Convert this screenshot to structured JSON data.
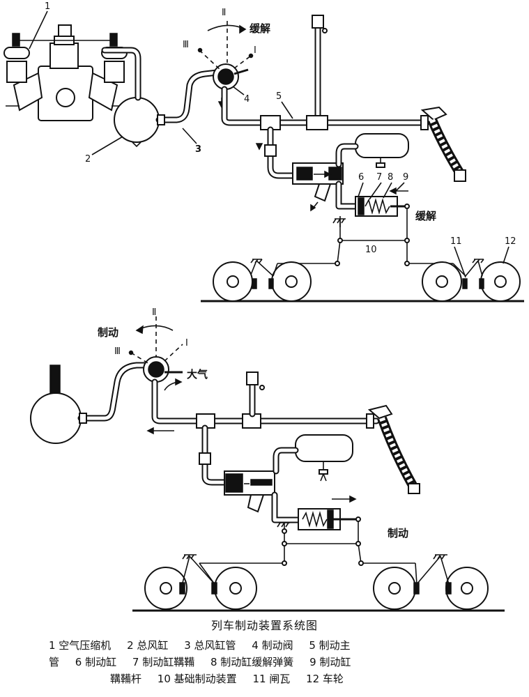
{
  "top": {
    "numbers": [
      "1",
      "2",
      "3",
      "4",
      "5",
      "6",
      "7",
      "8",
      "9",
      "10",
      "11",
      "12"
    ],
    "roman": [
      "Ⅰ",
      "Ⅱ",
      "Ⅲ"
    ],
    "release_label_valve": "缓解",
    "release_label_cylinder": "缓解"
  },
  "bottom": {
    "roman": [
      "Ⅰ",
      "Ⅱ",
      "Ⅲ"
    ],
    "brake_label_valve": "制动",
    "atmosphere_label": "大气",
    "brake_label_cylinder": "制动"
  },
  "caption": {
    "title": "列车制动装置系统图",
    "legend_line1": [
      "1 空气压缩机",
      "2 总风缸",
      "3 总风缸管",
      "4 制动阀",
      "5 制动主"
    ],
    "legend_line2": [
      "管",
      "6 制动缸",
      "7 制动缸鞲鞴",
      "8 制动缸缓解弹簧",
      "9 制动缸"
    ],
    "legend_line3": [
      "鞲鞴杆",
      "10 基础制动装置",
      "11 闸瓦",
      "12 车轮"
    ]
  }
}
